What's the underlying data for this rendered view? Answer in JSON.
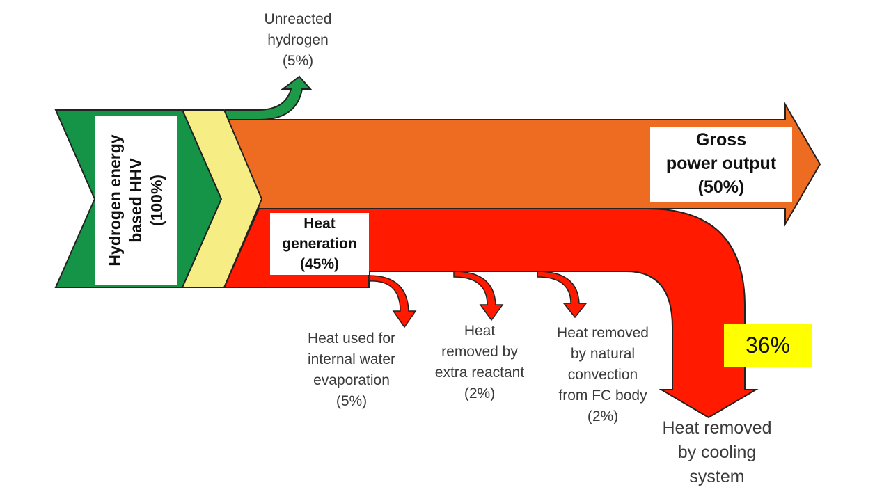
{
  "diagram": {
    "type": "sankey",
    "source": {
      "lines": [
        "Hydrogen energy",
        "based HHV",
        "(100%)"
      ]
    },
    "unreacted": {
      "lines": [
        "Unreacted",
        "hydrogen",
        "(5%)"
      ]
    },
    "gross": {
      "lines": [
        "Gross",
        "power output",
        "(50%)"
      ]
    },
    "heat_generation": {
      "lines": [
        "Heat",
        "generation",
        "(45%)"
      ]
    },
    "evaporation": {
      "lines": [
        "Heat used for",
        "internal water",
        "evaporation",
        "(5%)"
      ]
    },
    "extra_reactant": {
      "lines": [
        "Heat",
        "removed by",
        "extra reactant",
        "(2%)"
      ]
    },
    "natural_convection": {
      "lines": [
        "Heat removed",
        "by natural",
        "convection",
        "from FC body",
        "(2%)"
      ]
    },
    "cooling": {
      "lines": [
        "Heat removed",
        "by cooling",
        "system"
      ]
    },
    "cooling_percent": "36%",
    "colors": {
      "source": "#159447",
      "yellow": "#f6ee84",
      "gross": "#ee6b22",
      "heat": "#ff1a00",
      "green_arrow": "#1c9a48",
      "outline": "#222222",
      "highlight": "#ffff00"
    }
  }
}
